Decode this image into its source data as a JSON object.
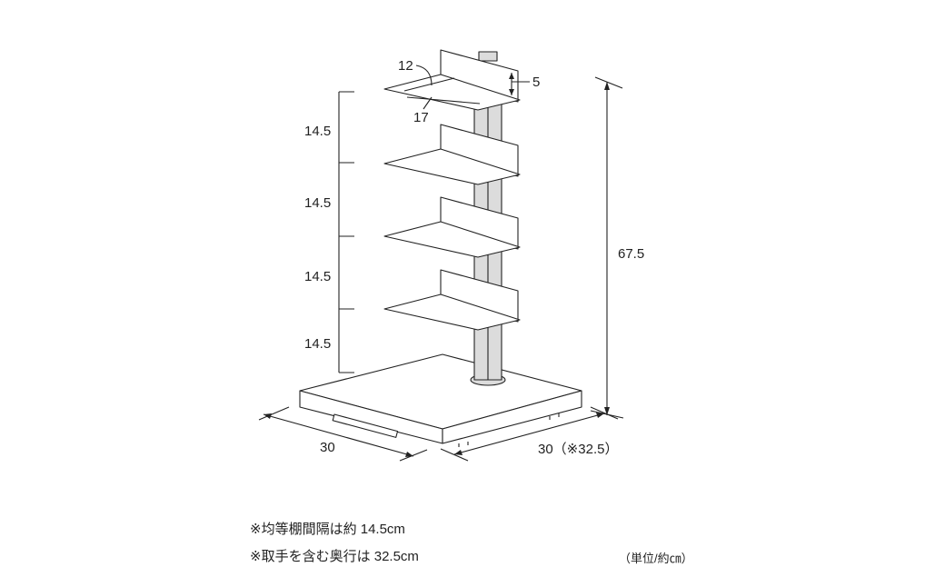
{
  "dimensions": {
    "shelf_depth": "12",
    "shelf_width": "17",
    "shelf_back_height": "5",
    "shelf_spacing": [
      "14.5",
      "14.5",
      "14.5",
      "14.5"
    ],
    "total_height": "67.5",
    "base_width": "30",
    "base_depth": "30（※32.5）"
  },
  "notes": [
    "※均等棚間隔は約 14.5cm",
    "※取手を含む奥行は 32.5cm"
  ],
  "unit": "（単位/約㎝）",
  "colors": {
    "line": "#222222",
    "pole": "#dcdcdc"
  }
}
